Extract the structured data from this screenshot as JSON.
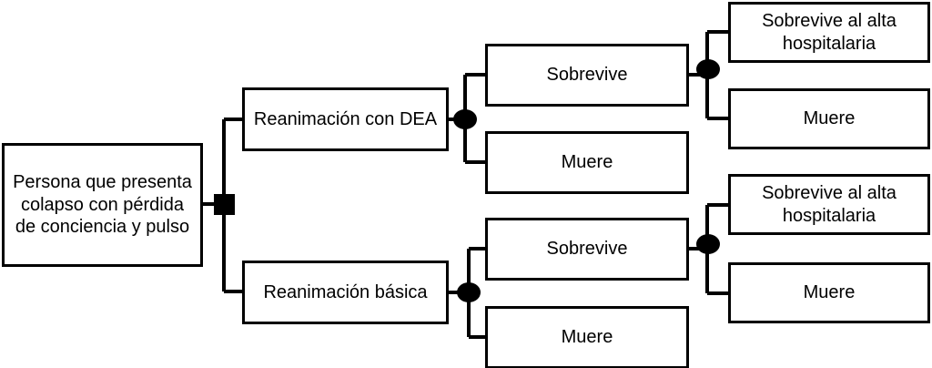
{
  "diagram": {
    "type": "decision-tree",
    "language": "es",
    "root": {
      "label": "Persona que presenta\ncolapso con pérdida\nde conciencia y pulso",
      "node_type": "decision-square"
    },
    "branches": [
      {
        "label": "Reanimación con DEA",
        "node_type": "chance-circle",
        "outcomes": [
          {
            "label": "Sobrevive",
            "node_type": "chance-circle",
            "terminals": [
              {
                "label": "Sobrevive al alta\nhospitalaria"
              },
              {
                "label": "Muere"
              }
            ]
          },
          {
            "label": "Muere",
            "node_type": "terminal",
            "terminals": []
          }
        ]
      },
      {
        "label": "Reanimación básica",
        "node_type": "chance-circle",
        "outcomes": [
          {
            "label": "Sobrevive",
            "node_type": "chance-circle",
            "terminals": [
              {
                "label": "Sobrevive al alta\nhospitalaria"
              },
              {
                "label": "Muere"
              }
            ]
          },
          {
            "label": "Muere",
            "node_type": "terminal",
            "terminals": []
          }
        ]
      }
    ],
    "colors": {
      "stroke": "#000000",
      "fill": "#ffffff",
      "text": "#000000"
    }
  }
}
